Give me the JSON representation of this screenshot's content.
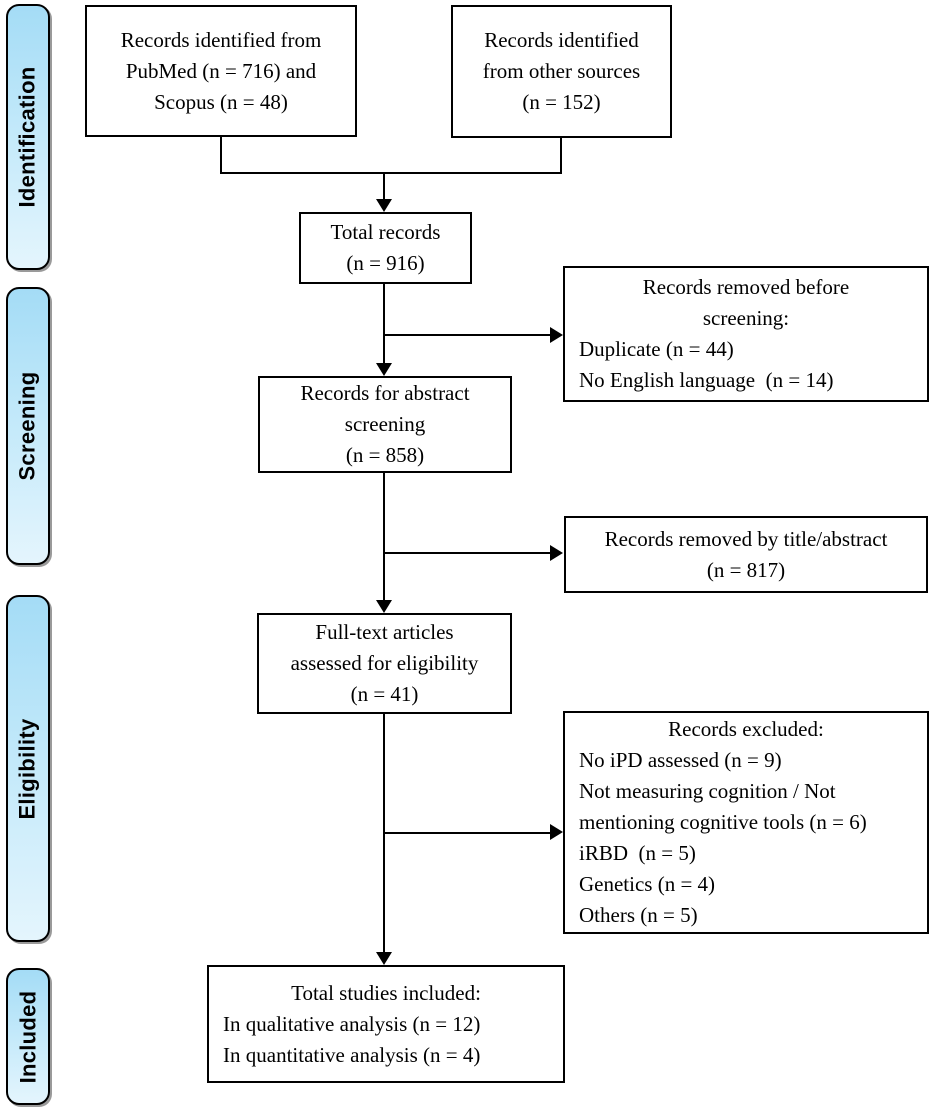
{
  "stages": [
    {
      "label": "Identification"
    },
    {
      "label": "Screening"
    },
    {
      "label": "Eligibility"
    },
    {
      "label": "Included"
    }
  ],
  "boxes": {
    "identified_databases": {
      "lines": [
        "Records identified from",
        "PubMed (n = 716) and",
        "Scopus (n = 48)"
      ]
    },
    "identified_other": {
      "lines": [
        "Records identified",
        "from other sources",
        "(n = 152)"
      ]
    },
    "total_records": {
      "lines": [
        "Total records",
        "(n = 916)"
      ]
    },
    "removed_before_screening": {
      "lines": [
        "Records removed before",
        "screening:",
        "Duplicate (n = 44)",
        "No English language  (n = 14)"
      ]
    },
    "abstract_screening": {
      "lines": [
        "Records for abstract",
        "screening",
        "(n = 858)"
      ]
    },
    "removed_title_abstract": {
      "lines": [
        "Records removed by title/abstract",
        "(n = 817)"
      ]
    },
    "fulltext_eligibility": {
      "lines": [
        "Full-text articles",
        "assessed for eligibility",
        "(n = 41)"
      ]
    },
    "records_excluded": {
      "lines": [
        "Records excluded:",
        "No iPD assessed (n = 9)",
        "Not measuring cognition / Not",
        "mentioning cognitive tools (n = 6)",
        "iRBD  (n = 5)",
        "Genetics (n = 4)",
        "Others (n = 5)"
      ]
    },
    "studies_included": {
      "lines": [
        "Total studies included:",
        "In qualitative analysis (n = 12)",
        "In quantitative analysis (n = 4)"
      ]
    }
  },
  "colors": {
    "stage_gradient_top": "#a4dcf6",
    "stage_gradient_bottom": "#e4f5fd",
    "box_border": "#000000",
    "connector": "#000000",
    "text": "#000000",
    "background": "#ffffff"
  }
}
